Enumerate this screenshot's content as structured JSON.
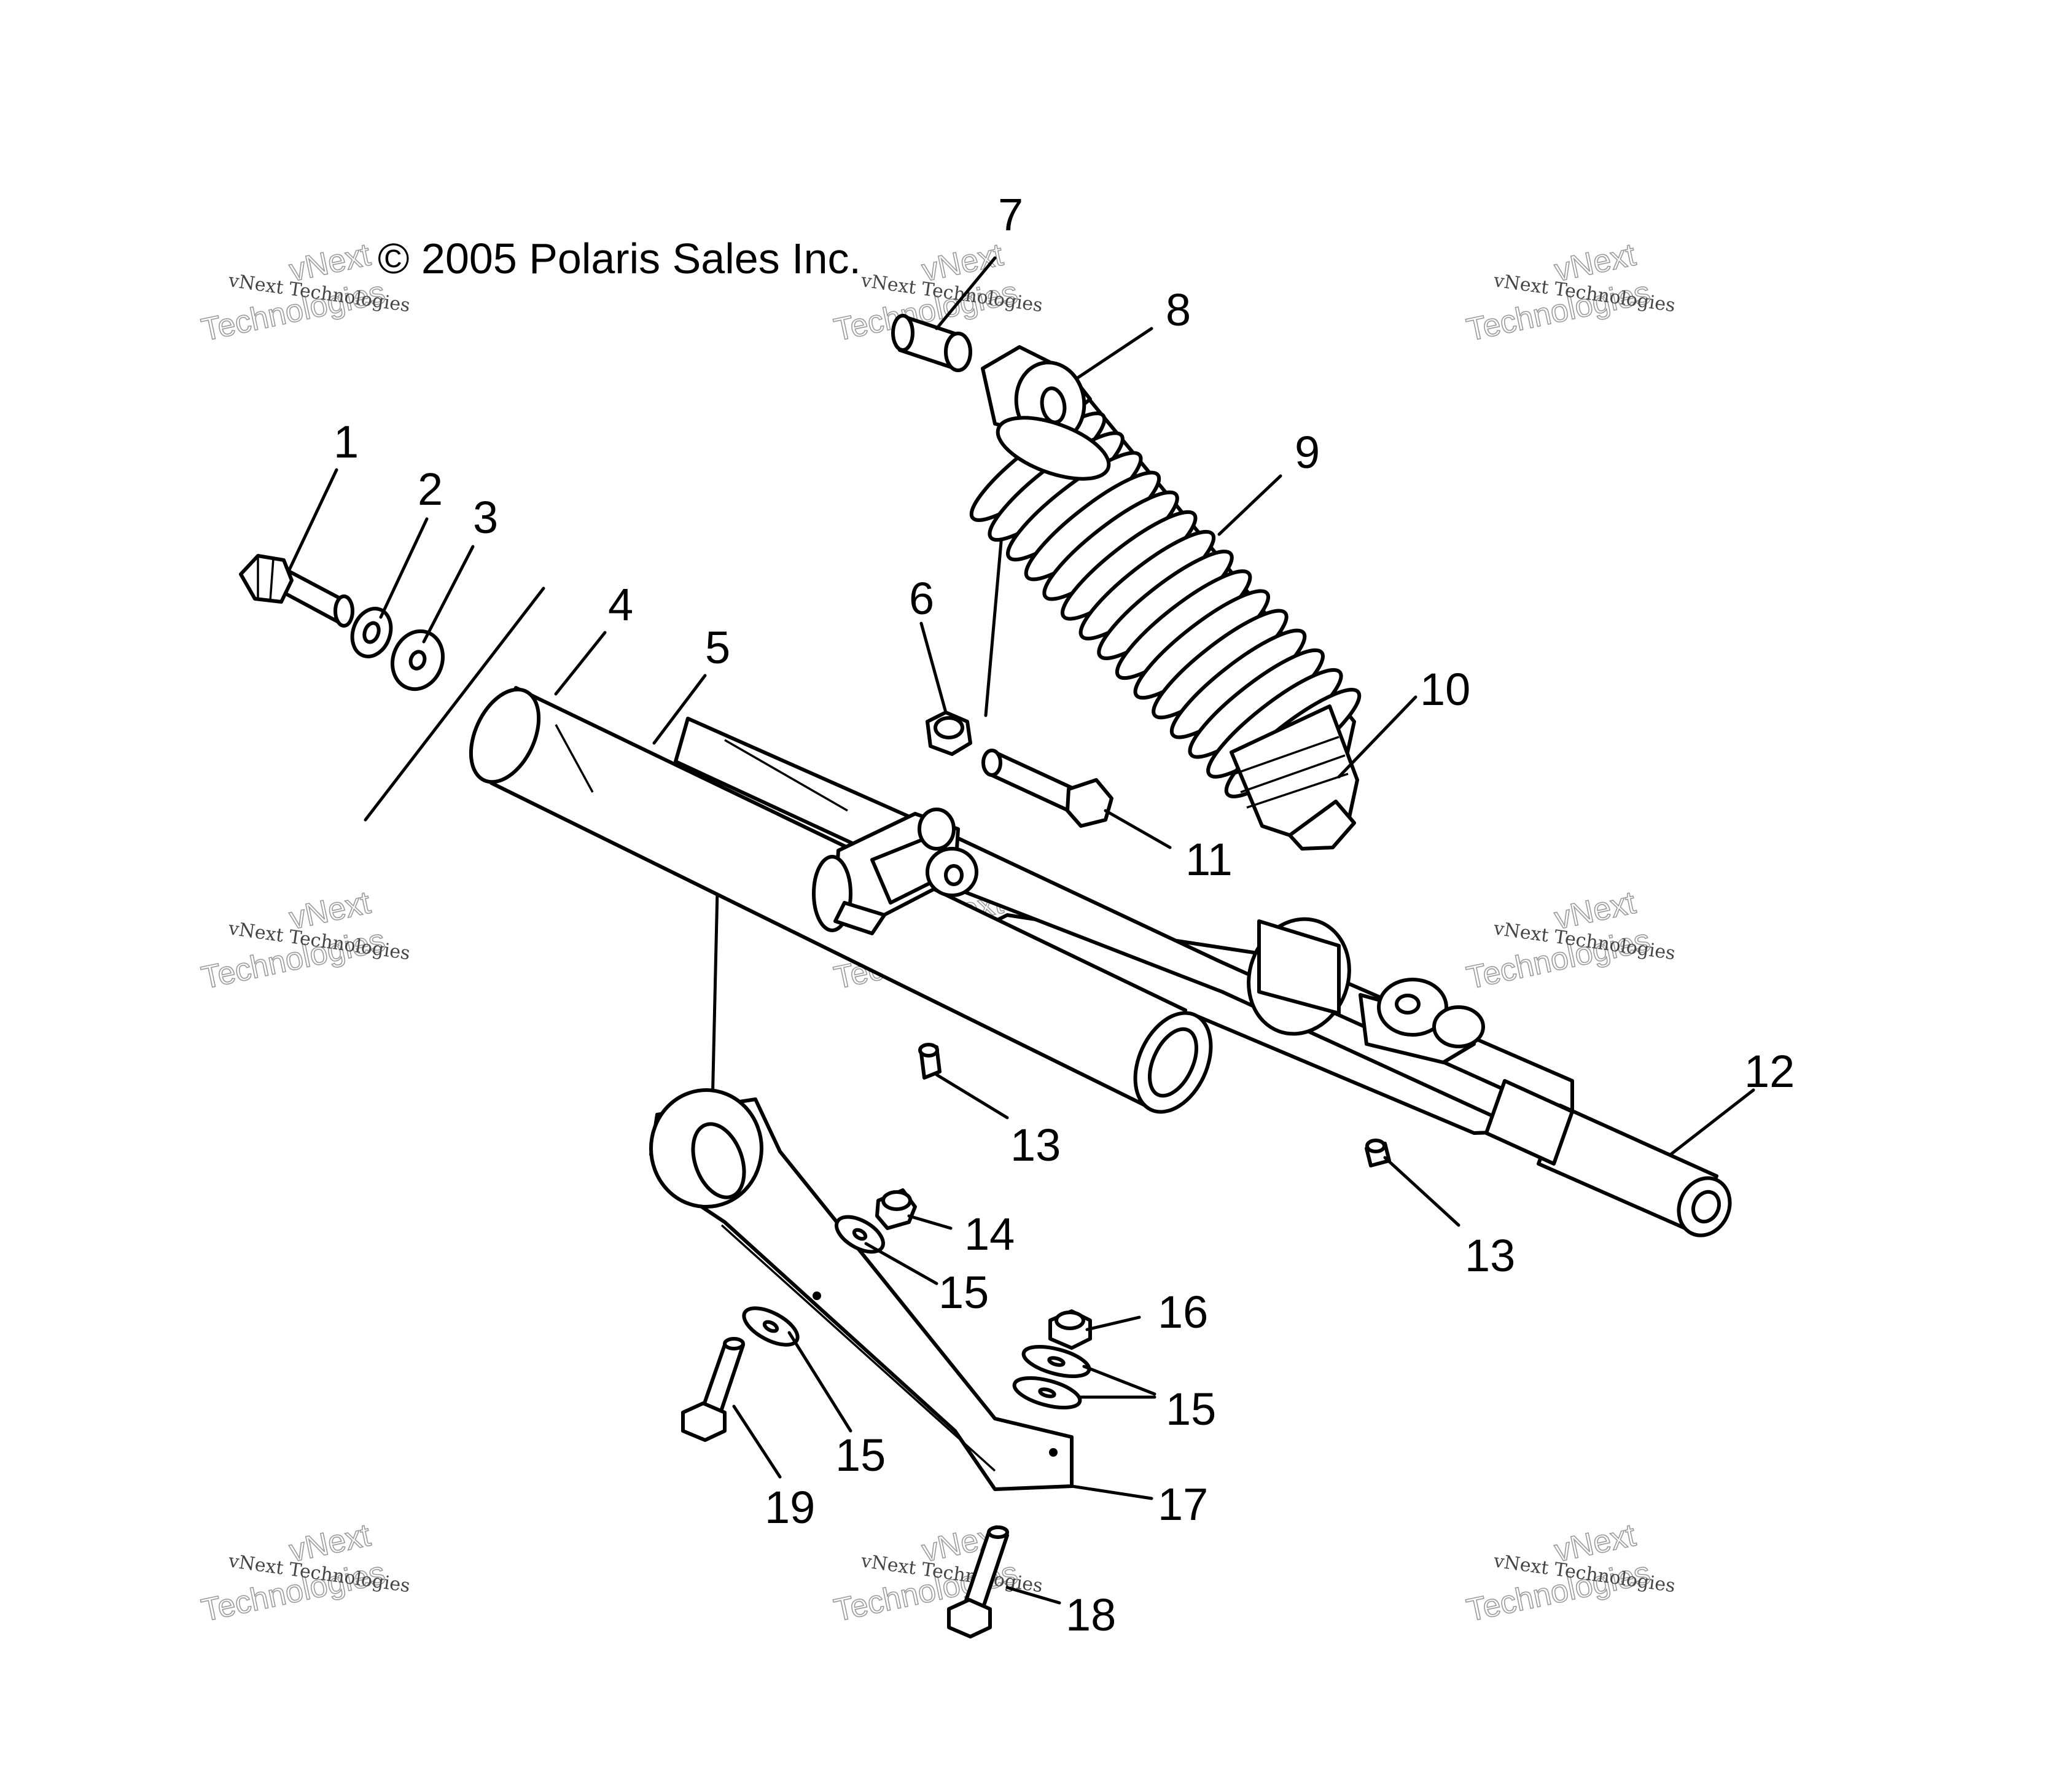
{
  "copyright": "© 2005 Polaris Sales Inc.",
  "watermark": {
    "line_small": "vNext Technologies",
    "line_large_top": "vNext",
    "line_large_bottom": "Technologies"
  },
  "callouts": [
    {
      "id": "c1",
      "label": "1"
    },
    {
      "id": "c2",
      "label": "2"
    },
    {
      "id": "c3",
      "label": "3"
    },
    {
      "id": "c4",
      "label": "4"
    },
    {
      "id": "c5",
      "label": "5"
    },
    {
      "id": "c6",
      "label": "6"
    },
    {
      "id": "c7",
      "label": "7"
    },
    {
      "id": "c8",
      "label": "8"
    },
    {
      "id": "c9",
      "label": "9"
    },
    {
      "id": "c10",
      "label": "10"
    },
    {
      "id": "c11",
      "label": "11"
    },
    {
      "id": "c12",
      "label": "12"
    },
    {
      "id": "c13a",
      "label": "13"
    },
    {
      "id": "c13b",
      "label": "13"
    },
    {
      "id": "c14",
      "label": "14"
    },
    {
      "id": "c15a",
      "label": "15"
    },
    {
      "id": "c15b",
      "label": "15"
    },
    {
      "id": "c15c",
      "label": "15"
    },
    {
      "id": "c16",
      "label": "16"
    },
    {
      "id": "c17",
      "label": "17"
    },
    {
      "id": "c18",
      "label": "18"
    },
    {
      "id": "c19",
      "label": "19"
    }
  ]
}
